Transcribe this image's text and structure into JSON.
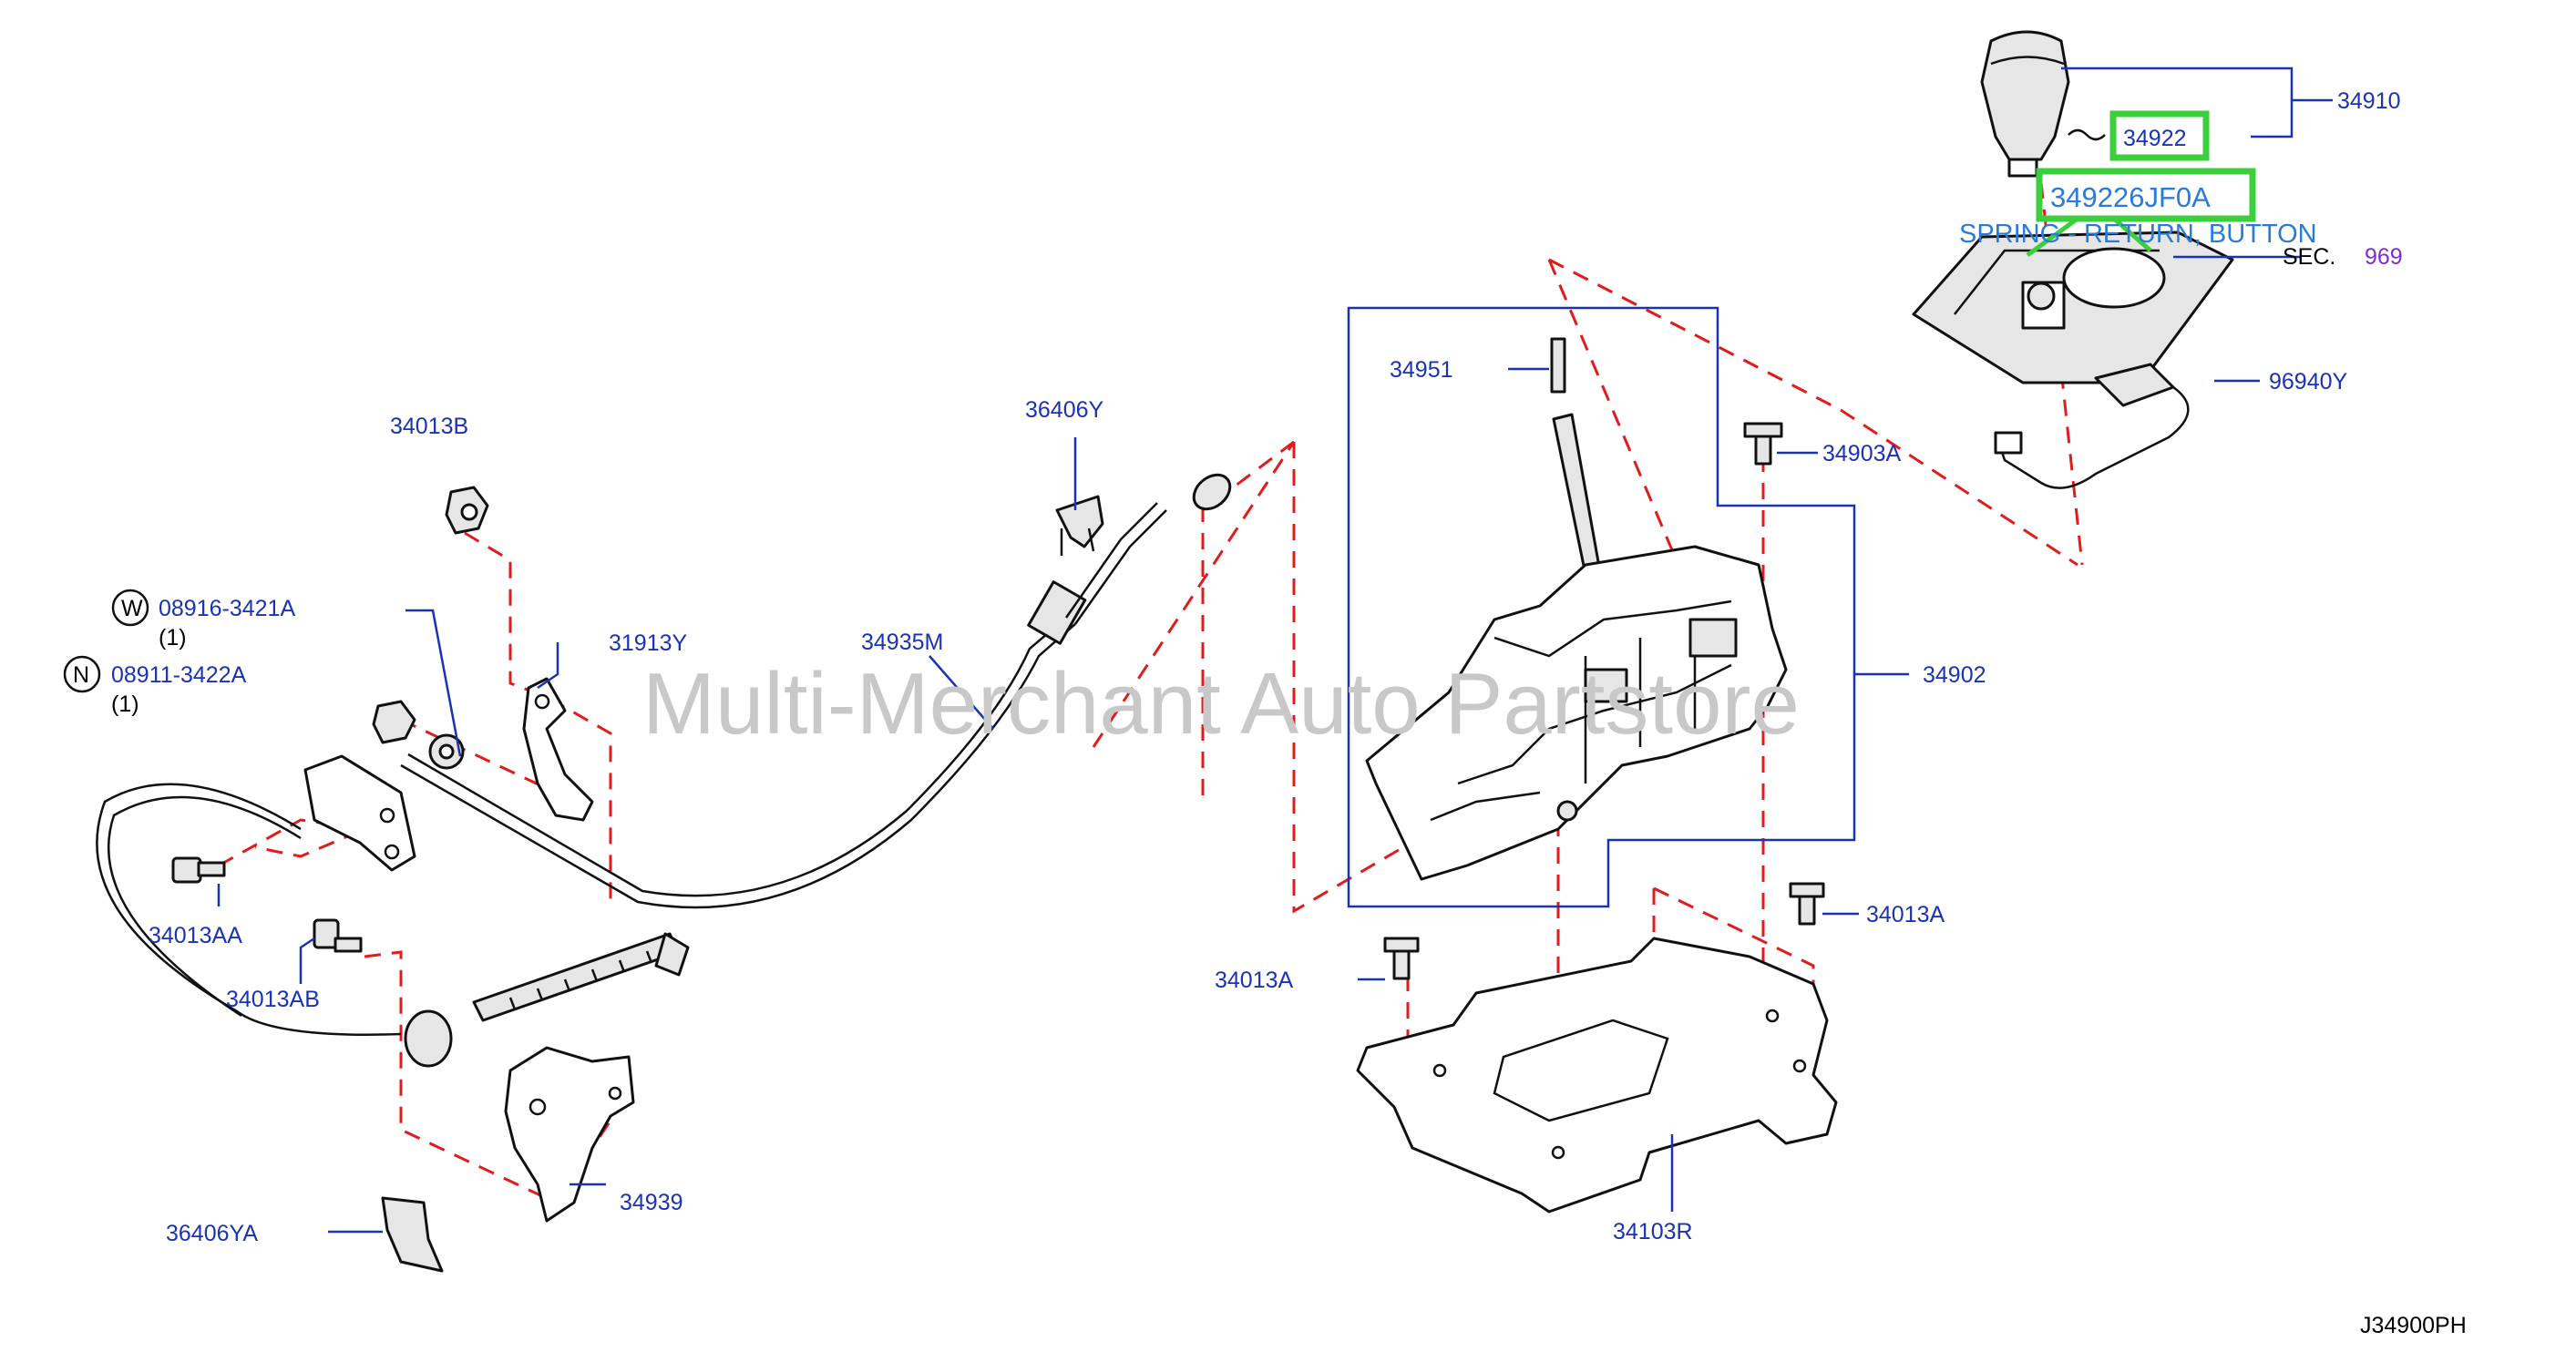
{
  "watermark": "Multi-Merchant Auto Partstore",
  "diagram_code": "J34900PH",
  "highlight": {
    "part_number": "34922",
    "full_part_number": "349226JF0A",
    "description": "SPRING - RETURN, BUTTON"
  },
  "section_ref": {
    "prefix": "SEC.",
    "number": "969"
  },
  "symbols": {
    "washer": "W",
    "nut": "N"
  },
  "labels": {
    "p34910": "34910",
    "p96940Y": "96940Y",
    "p34951": "34951",
    "p34903A": "34903A",
    "p34902": "34902",
    "p34013A_right": "34013A",
    "p34013A_left": "34013A",
    "p34103R": "34103R",
    "p36406Y": "36406Y",
    "p34935M": "34935M",
    "p34013B": "34013B",
    "p31913Y": "31913Y",
    "p08916": "08916-3421A",
    "p08916_qty": "(1)",
    "p08911": "08911-3422A",
    "p08911_qty": "(1)",
    "p34013AA": "34013AA",
    "p34013AB": "34013AB",
    "p34939": "34939",
    "p36406YA": "36406YA"
  },
  "colors": {
    "label_blue": "#1a33b3",
    "highlight_green": "#3ccf3c",
    "highlight_text": "#2a7bd8",
    "dashed_red": "#e01c1c",
    "section_purple": "#7a2fd0"
  }
}
